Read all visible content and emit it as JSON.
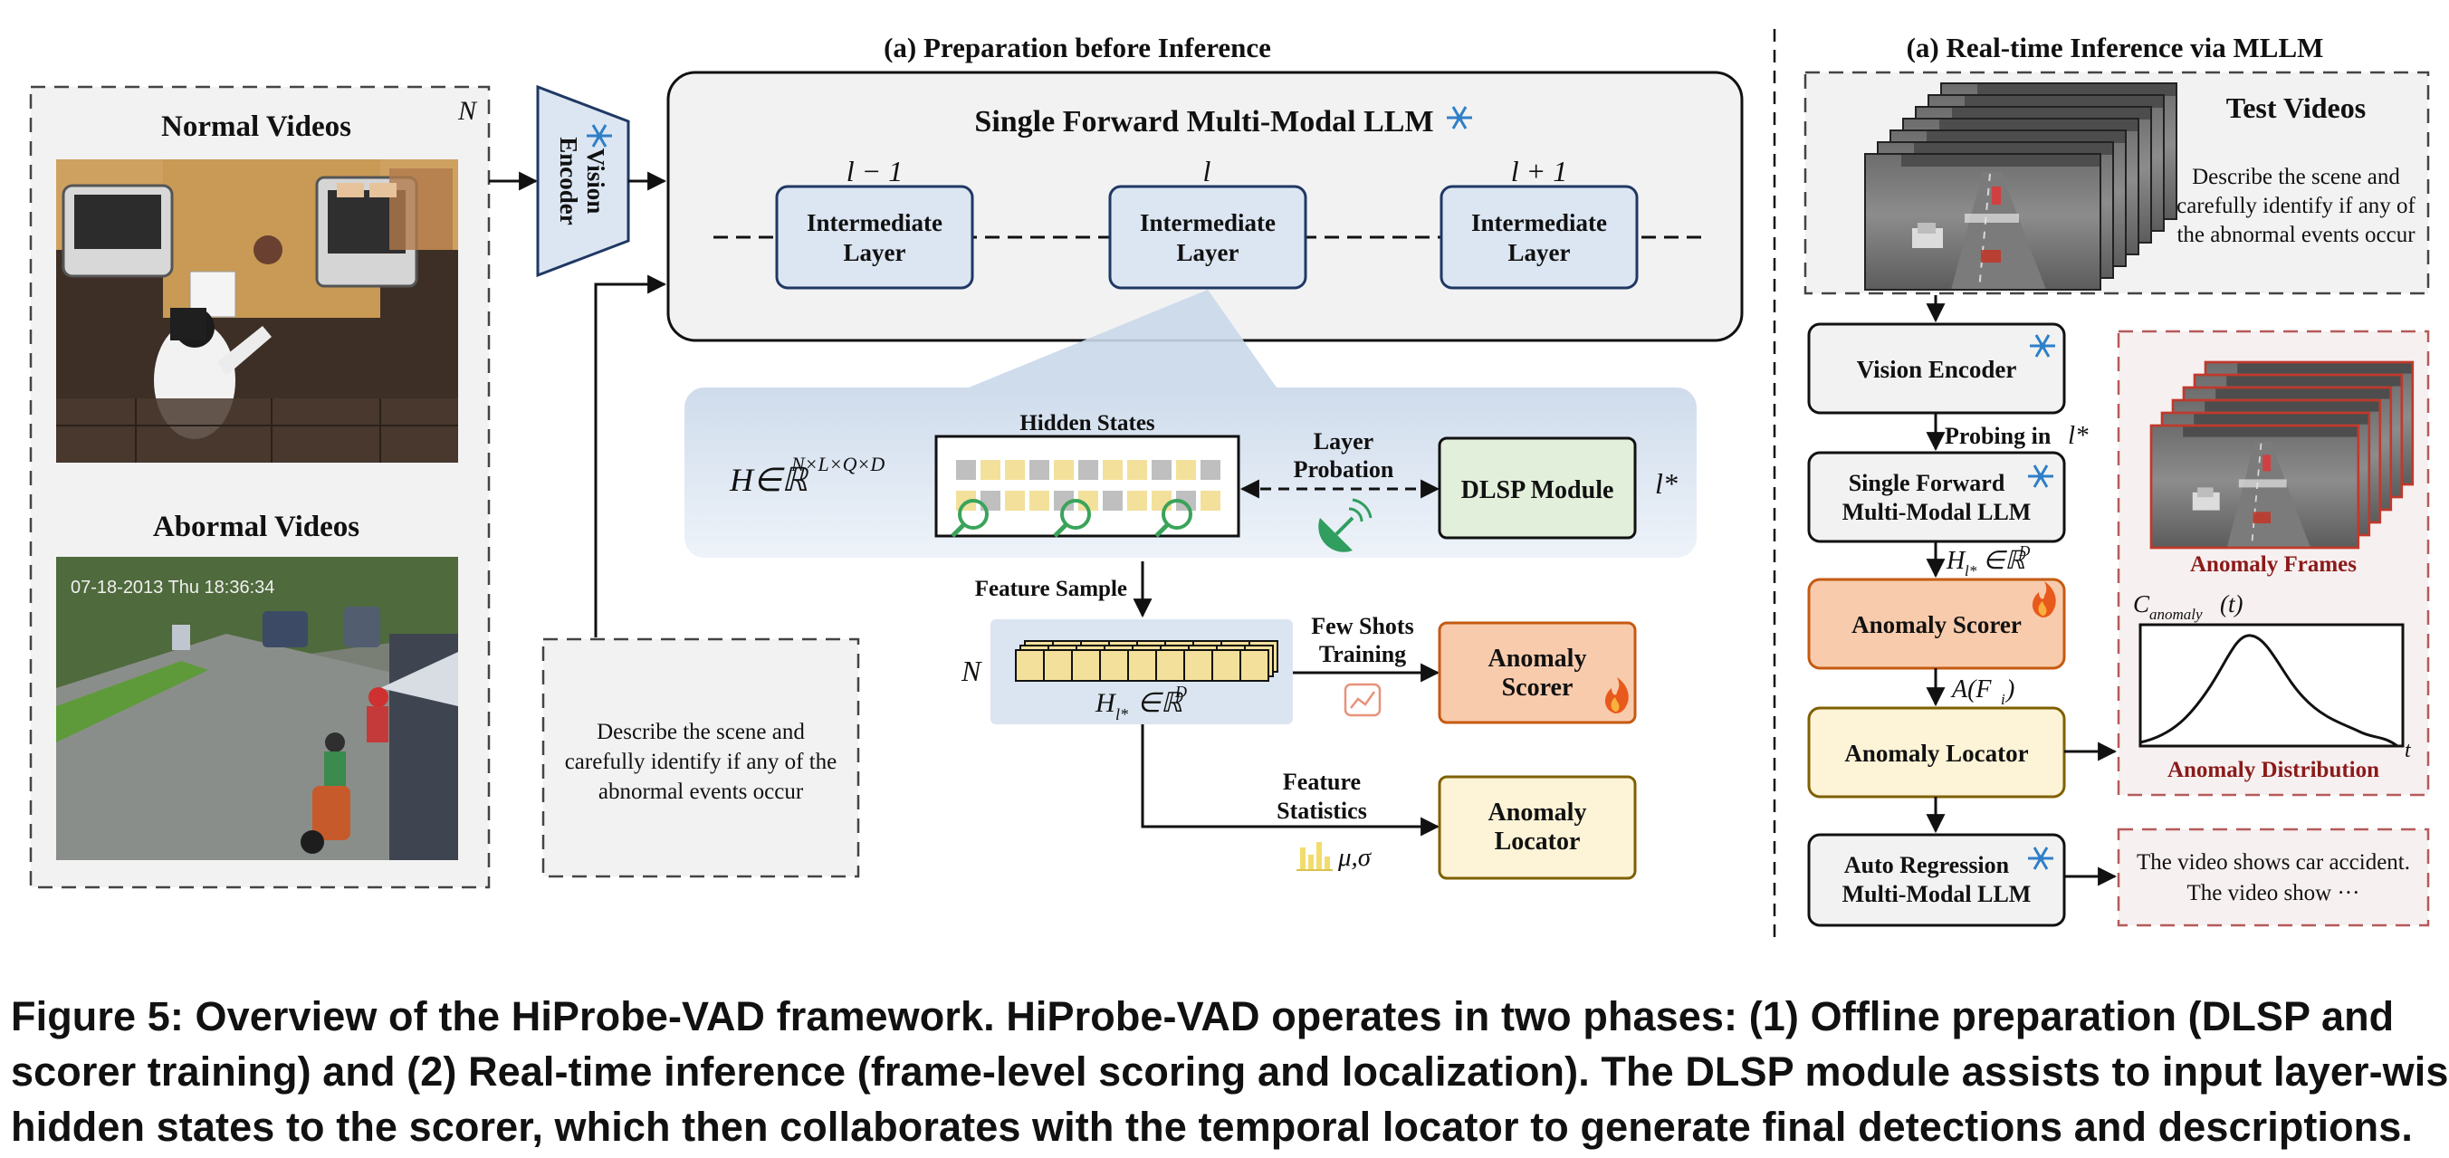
{
  "figure": {
    "left_panel": {
      "title": "(a) Preparation before Inference",
      "video_box": {
        "count_label": "N",
        "normal_title": "Normal Videos",
        "abnormal_title": "Abormal Videos",
        "timestamp": "07-18-2013 Thu 18:36:34"
      },
      "vision_encoder": {
        "line1": "Vision",
        "line2": "Encoder"
      },
      "llm": {
        "title": "Single Forward Multi-Modal LLM",
        "layers": [
          {
            "index": "l − 1",
            "line1": "Intermediate",
            "line2": "Layer"
          },
          {
            "index": "l",
            "line1": "Intermediate",
            "line2": "Layer"
          },
          {
            "index": "l + 1",
            "line1": "Intermediate",
            "line2": "Layer"
          }
        ]
      },
      "probe": {
        "hidden_states_title": "Hidden States",
        "h_formula": "H∈ℝ",
        "h_superscript": "N×L×Q×D",
        "layer_probation_line1": "Layer",
        "layer_probation_line2": "Probation",
        "dlsp_label": "DLSP Module",
        "l_star": "l*"
      },
      "feature_sample": "Feature Sample",
      "n_label": "N",
      "h_feature": "H",
      "h_feature_sub": "l*",
      "h_feature_rest": "∈ℝ",
      "h_feature_sup": "D",
      "few_shots_line1": "Few Shots",
      "few_shots_line2": "Training",
      "anomaly_scorer_line1": "Anomaly",
      "anomaly_scorer_line2": "Scorer",
      "feature_stats_line1": "Feature",
      "feature_stats_line2": "Statistics",
      "mu_sigma": "μ,σ",
      "anomaly_locator_line1": "Anomaly",
      "anomaly_locator_line2": "Locator",
      "prompt_line1": "Describe the scene and",
      "prompt_line2": "carefully identify if any of the",
      "prompt_line3": "abnormal events occur"
    },
    "right_panel": {
      "title": "(a) Real-time Inference via MLLM",
      "test_videos_title": "Test Videos",
      "test_prompt_line1": "Describe the scene and",
      "test_prompt_line2": "carefully identify if any of",
      "test_prompt_line3": "the abnormal events occur",
      "vision_encoder": "Vision Encoder",
      "probing_in": "Probing in",
      "probing_l": "l*",
      "llm_line1": "Single Forward",
      "llm_line2": "Multi-Modal LLM",
      "h_label": "H",
      "h_sub": "l*",
      "h_rest": "∈ℝ",
      "h_sup": "D",
      "anomaly_scorer": "Anomaly Scorer",
      "a_fi": "A(F",
      "a_fi_sub": "i",
      "a_fi_close": ")",
      "anomaly_locator": "Anomaly Locator",
      "auto_line1": "Auto Regression",
      "auto_line2": "Multi-Modal LLM",
      "anomaly_frames": "Anomaly Frames",
      "c_label": "C",
      "c_sub": "anomaly",
      "c_rest": "(t)",
      "t_label": "t",
      "anomaly_distribution": "Anomaly Distribution",
      "output_line1": "The video shows car accident.",
      "output_line2": "The video show ···"
    }
  },
  "caption": {
    "line1": "Figure 5: Overview of the HiProbe-VAD framework. HiProbe-VAD operates in two phases: (1) Offline preparation (DLSP and",
    "line2": "scorer training) and (2) Real-time inference (frame-level scoring and localization). The DLSP module assists to input layer-wise",
    "line3": "hidden states to the scorer, which then collaborates with the temporal locator to generate final detections and descriptions."
  },
  "colors": {
    "layer_fill": "#dce6f2",
    "layer_stroke": "#1f3864",
    "probe_band": "#dbe5f1",
    "dlsp_fill": "#e2efda",
    "scorer_fill": "#f8cbad",
    "scorer_stroke": "#c55a11",
    "locator_fill": "#fdf3d7",
    "locator_stroke": "#7f6000",
    "token_yellow": "#f3e09b",
    "token_grey": "#bfbfbf",
    "magnifier": "#3aa35a",
    "flame": "#e85a1c",
    "snow": "#2f7fc8",
    "frame_red": "#c0392b"
  }
}
